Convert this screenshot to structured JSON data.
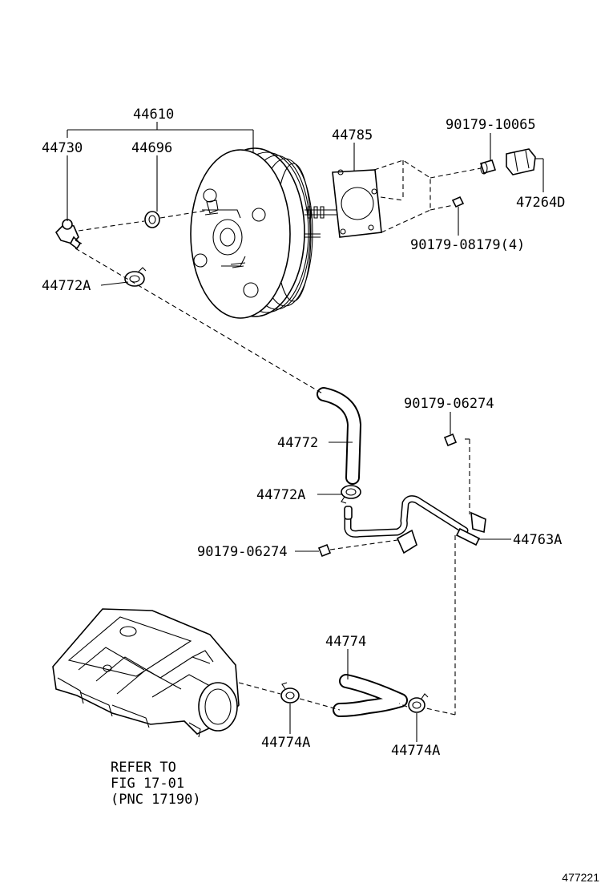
{
  "labels": {
    "booster_assy": "44610",
    "check_valve": "44730",
    "grommet": "44696",
    "gasket": "44785",
    "nut_top": "90179-10065",
    "clevis": "47264D",
    "nut_4": "90179-08179(4)",
    "clip_top": "44772A",
    "hose_upper": "44772",
    "nut_right": "90179-06274",
    "clip_mid": "44772A",
    "nut_left": "90179-06274",
    "pipe": "44763A",
    "hose_lower": "44774",
    "clip_low_left": "44774A",
    "clip_low_right": "44774A"
  },
  "refer": {
    "line1": "REFER TO",
    "line2": "FIG 17-01",
    "line3": "(PNC 17190)"
  },
  "illustration_number": "477221"
}
